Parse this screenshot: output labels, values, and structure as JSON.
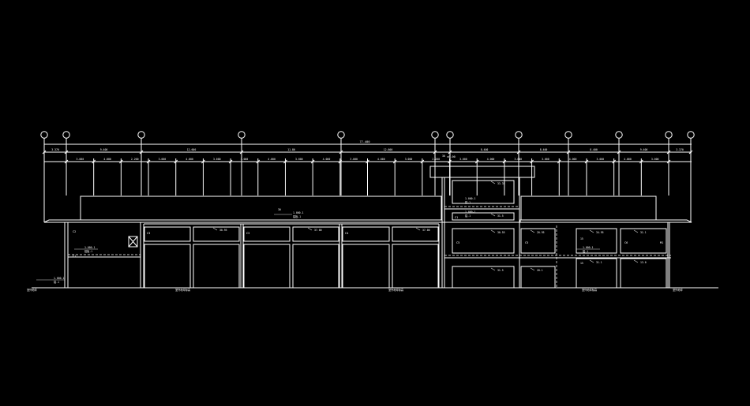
{
  "drawing": {
    "background": "#000000",
    "line_color": "#ffffff",
    "total_dimension": "77.400",
    "bay_dimensions": [
      "3.370",
      "9.400",
      "12.600",
      "11.80",
      "12.600",
      "8.400",
      "8.400",
      "8.400",
      "9.400",
      "3.370"
    ],
    "sub_dimensions": [
      "3.000",
      "4.000",
      "2.200",
      "3.000",
      "4.000",
      "3.000",
      "3.000",
      "4.000",
      "3.000",
      "4.000",
      "3.000",
      "4.000",
      "3.000",
      "2.200",
      "3.000",
      "4.000",
      "3.000",
      "3.000",
      "4.000",
      "3.000",
      "4.000",
      "3.000"
    ],
    "level_label": "±0.00",
    "roof_note": [
      "1.000-1",
      "铝板-1"
    ],
    "left_wall_note": [
      "1.000-1",
      "铝板-1"
    ],
    "ground_notes": [
      "1.000-1",
      "铝-1"
    ],
    "ground_line_labels": [
      "室外地坪",
      "室外地坪标高",
      "室外地坪标高",
      "室外地坪标高",
      "室外地坪"
    ],
    "tower_notes": [
      [
        "1.000-1",
        "铝-1"
      ],
      [
        "1.000-1",
        "铝-1"
      ]
    ],
    "right_wall_note": [
      "1.000-1",
      "铝-1"
    ],
    "window_tags": [
      "C2",
      "C3",
      "C3",
      "C4",
      "C5",
      "C1",
      "C5",
      "C6",
      "C1",
      "M1"
    ],
    "area_tags": [
      "30.95",
      "37.00",
      "37.00",
      "33.35",
      "30.55",
      "20.95",
      "34.95",
      "31.1",
      "31.5",
      "31.5",
      "20.1",
      "31.1",
      "13.0"
    ],
    "number_tags": [
      "15",
      "15",
      "30",
      "30"
    ]
  }
}
